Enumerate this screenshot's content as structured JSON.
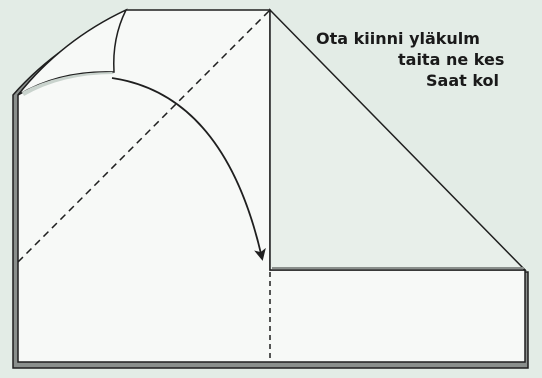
{
  "instruction": {
    "line1": "Ota kiinni yläkulm",
    "line2": "taita ne kes",
    "line3": "Saat kol"
  },
  "colors": {
    "background": "#e3ece6",
    "paper": "#f7f9f7",
    "paper_shadow": "#e8efea",
    "outline": "#1f1f1f",
    "edge_gray": "#8a8f8c"
  },
  "icons": {
    "fold_arrow": "curved-arrow-down-right"
  }
}
